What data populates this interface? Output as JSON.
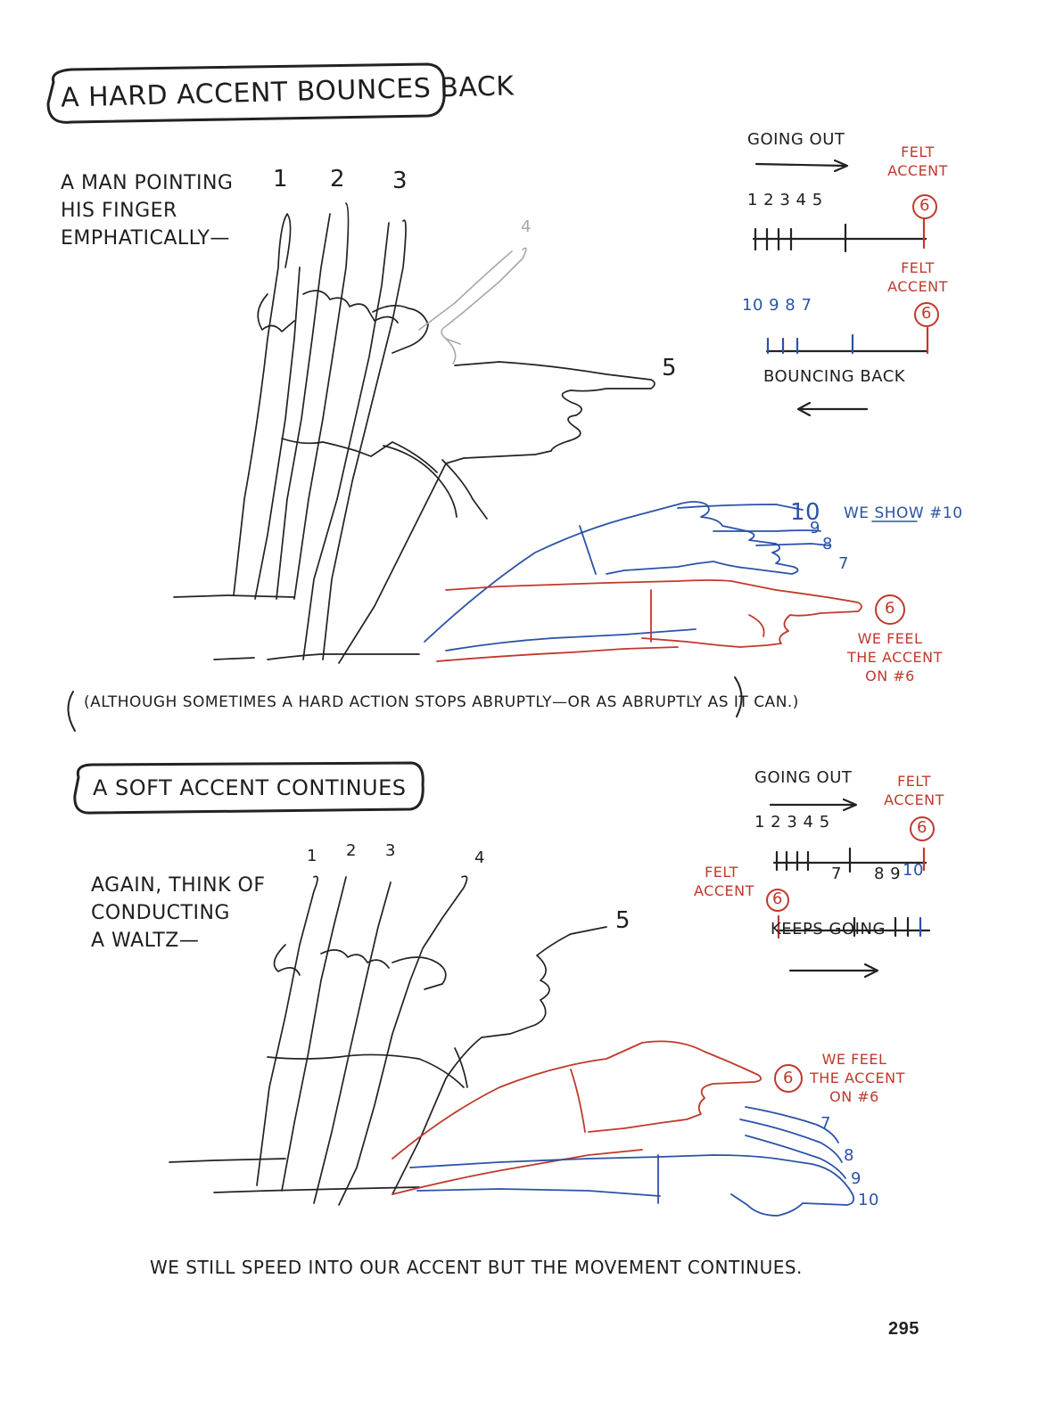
{
  "page": {
    "number": "295"
  },
  "section_hard": {
    "title": "A HARD ACCENT BOUNCES BACK",
    "description": [
      "A MAN POINTING",
      "HIS FINGER",
      "EMPHATICALLY—"
    ],
    "frame_numbers": [
      "1",
      "2",
      "3",
      "4",
      "5"
    ],
    "blue_numbers": [
      "10",
      "9",
      "8",
      "7"
    ],
    "we_show_prefix": "WE ",
    "we_show_word": "SHOW",
    "we_show_suffix": "#10",
    "red_circle": "6",
    "we_feel": [
      "WE FEEL",
      "THE ACCENT",
      "ON #6"
    ],
    "note": "(ALTHOUGH SOMETIMES A HARD ACTION STOPS ABRUPTLY—OR AS ABRUPTLY AS IT CAN.)",
    "timing": {
      "going_out": "GOING OUT",
      "felt_accent": [
        "FELT",
        "ACCENT"
      ],
      "top_black": "1 2 3 4   5",
      "top_circle": "6",
      "bottom_blue": "10 9 8   7",
      "bottom_circle": "6",
      "bouncing_back": "BOUNCING BACK"
    }
  },
  "section_soft": {
    "title": "A SOFT ACCENT CONTINUES",
    "description": [
      "AGAIN, THINK OF",
      "CONDUCTING",
      "A WALTZ—"
    ],
    "frame_numbers": [
      "1",
      "2",
      "3",
      "4",
      "5"
    ],
    "blue_numbers": [
      "7",
      "8",
      "9",
      "10"
    ],
    "red_circle": "6",
    "we_feel": [
      "WE FEEL",
      "THE ACCENT",
      "ON #6"
    ],
    "caption": "WE STILL SPEED INTO OUR ACCENT BUT THE MOVEMENT CONTINUES.",
    "timing": {
      "going_out": "GOING OUT",
      "felt_accent": [
        "FELT",
        "ACCENT"
      ],
      "top_black": "1 2 3 4   5",
      "top_circle": "6",
      "felt_accent_left": [
        "FELT",
        "ACCENT"
      ],
      "left_circle": "6",
      "bottom_black": "7",
      "bottom_black2": "8 9",
      "bottom_blue": "10",
      "keeps_going": "KEEPS GOING"
    }
  },
  "colors": {
    "pencil": "#1e1e1e",
    "red": "#c0392b",
    "blue": "#2b52a8",
    "grey": "#a8a8a8"
  }
}
